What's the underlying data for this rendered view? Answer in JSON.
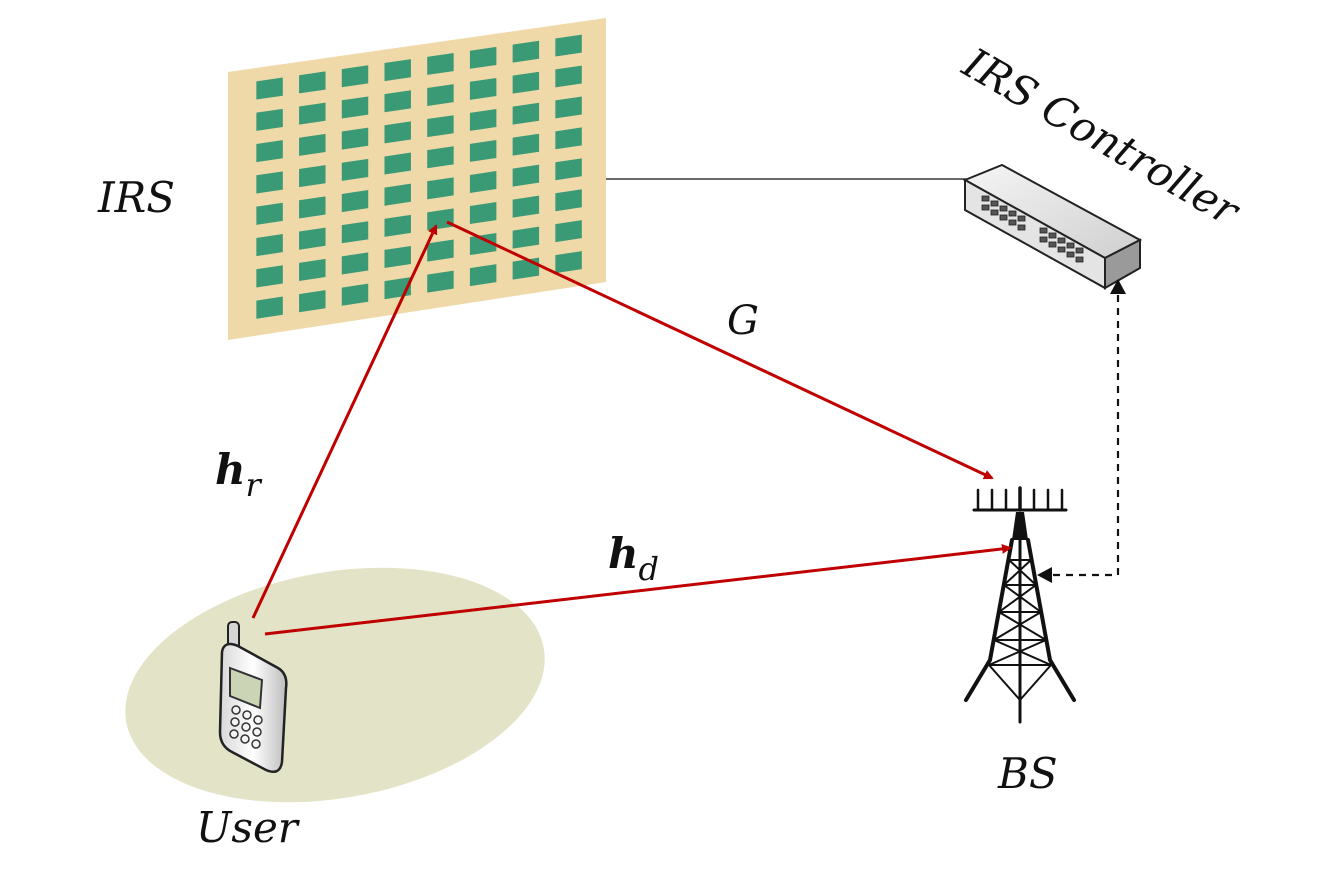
{
  "labels": {
    "irs": "IRS",
    "irs_controller": "IRS Controller",
    "bs": "BS",
    "user": "User",
    "g": "G",
    "hr_main": "h",
    "hr_sub": "r",
    "hd_main": "h",
    "hd_sub": "d"
  },
  "colors": {
    "irs_panel": "#f0d9a8",
    "irs_element": "#3a9a76",
    "channel_arrow": "#c00000",
    "user_area": "#e3e3c7",
    "control_link": "#111111"
  },
  "irs": {
    "rows": 8,
    "cols": 8
  },
  "icons": {
    "irs_panel": "reflecting-surface-icon",
    "controller": "network-switch-icon",
    "base_station": "cell-tower-icon",
    "user_device": "mobile-phone-icon"
  }
}
